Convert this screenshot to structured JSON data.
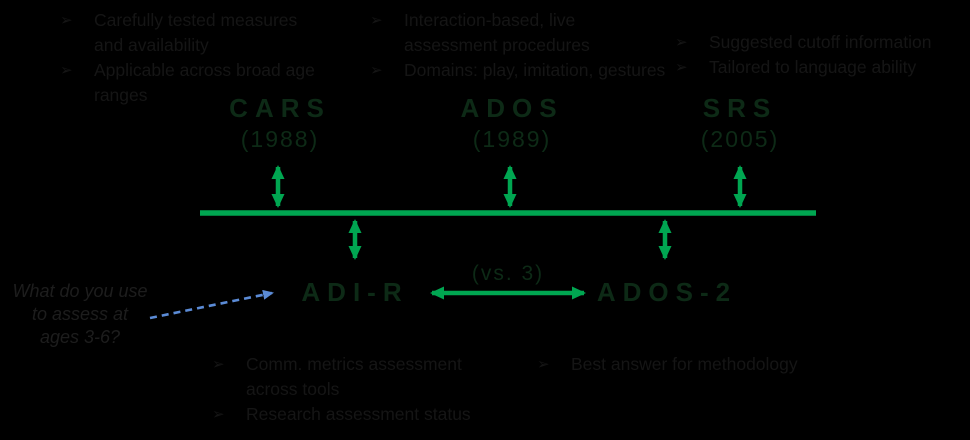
{
  "colors": {
    "background": "#000000",
    "accent_green": "#00a651",
    "annotation_blue": "#5b8bd6",
    "body_text": "#151515",
    "label_text": "#0d2a16",
    "note_text": "#1d1d1d"
  },
  "bullet_glyph": "➢",
  "top_notes": {
    "column1": {
      "item1_line1": "Carefully tested measures",
      "item1_line2": "and availability",
      "item2": "Applicable across broad age ranges"
    },
    "column2": {
      "item1_line1": "Interaction-based, live",
      "item1_line2": "assessment procedures",
      "item2": "Domains: play, imitation, gestures"
    },
    "column3": {
      "item1": "Suggested cutoff information",
      "item2": "Tailored to language ability"
    }
  },
  "timeline": {
    "above_items": [
      {
        "title": "CARS",
        "year": "(1988)"
      },
      {
        "title": "ADOS",
        "year": "(1989)"
      },
      {
        "title": "SRS",
        "year": "(2005)"
      }
    ],
    "below_items": [
      {
        "title": "ADI-R"
      },
      {
        "title": "ADOS-2"
      }
    ],
    "comparison_label": "(vs. 3)"
  },
  "annotation_note": {
    "line1": "What do you use",
    "line2": "to assess at",
    "line3": "ages 3-6?"
  },
  "bottom_notes": {
    "left": {
      "item1_line1": "Comm. metrics assessment",
      "item1_line2": "across tools",
      "item2": "Research assessment status"
    },
    "right": {
      "item1": "Best answer for methodology"
    }
  }
}
